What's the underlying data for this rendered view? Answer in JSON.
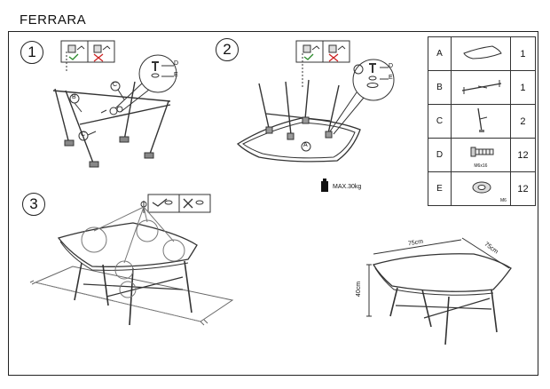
{
  "document": {
    "title": "FERRARA"
  },
  "steps": [
    "1",
    "2",
    "3"
  ],
  "parts": [
    {
      "letter": "A",
      "qty": "1",
      "icon": "table-top-icon"
    },
    {
      "letter": "B",
      "qty": "1",
      "icon": "cross-brace-icon"
    },
    {
      "letter": "C",
      "qty": "2",
      "icon": "leg-icon"
    },
    {
      "letter": "D",
      "qty": "12",
      "icon": "bolt-icon",
      "subtitle": "M6x16"
    },
    {
      "letter": "E",
      "qty": "12",
      "icon": "washer-icon",
      "subtitle": "M6"
    }
  ],
  "callouts": {
    "step1_D": "D",
    "step1_E": "E",
    "step2_D": "D",
    "step2_E": "E",
    "step1_B": "B",
    "step1_C_top": "C",
    "step1_C_bottom": "C",
    "step2_A": "A"
  },
  "max_load": "MAX.30kg",
  "dimensions": {
    "width": "75cm",
    "depth": "75cm",
    "height": "40cm"
  }
}
